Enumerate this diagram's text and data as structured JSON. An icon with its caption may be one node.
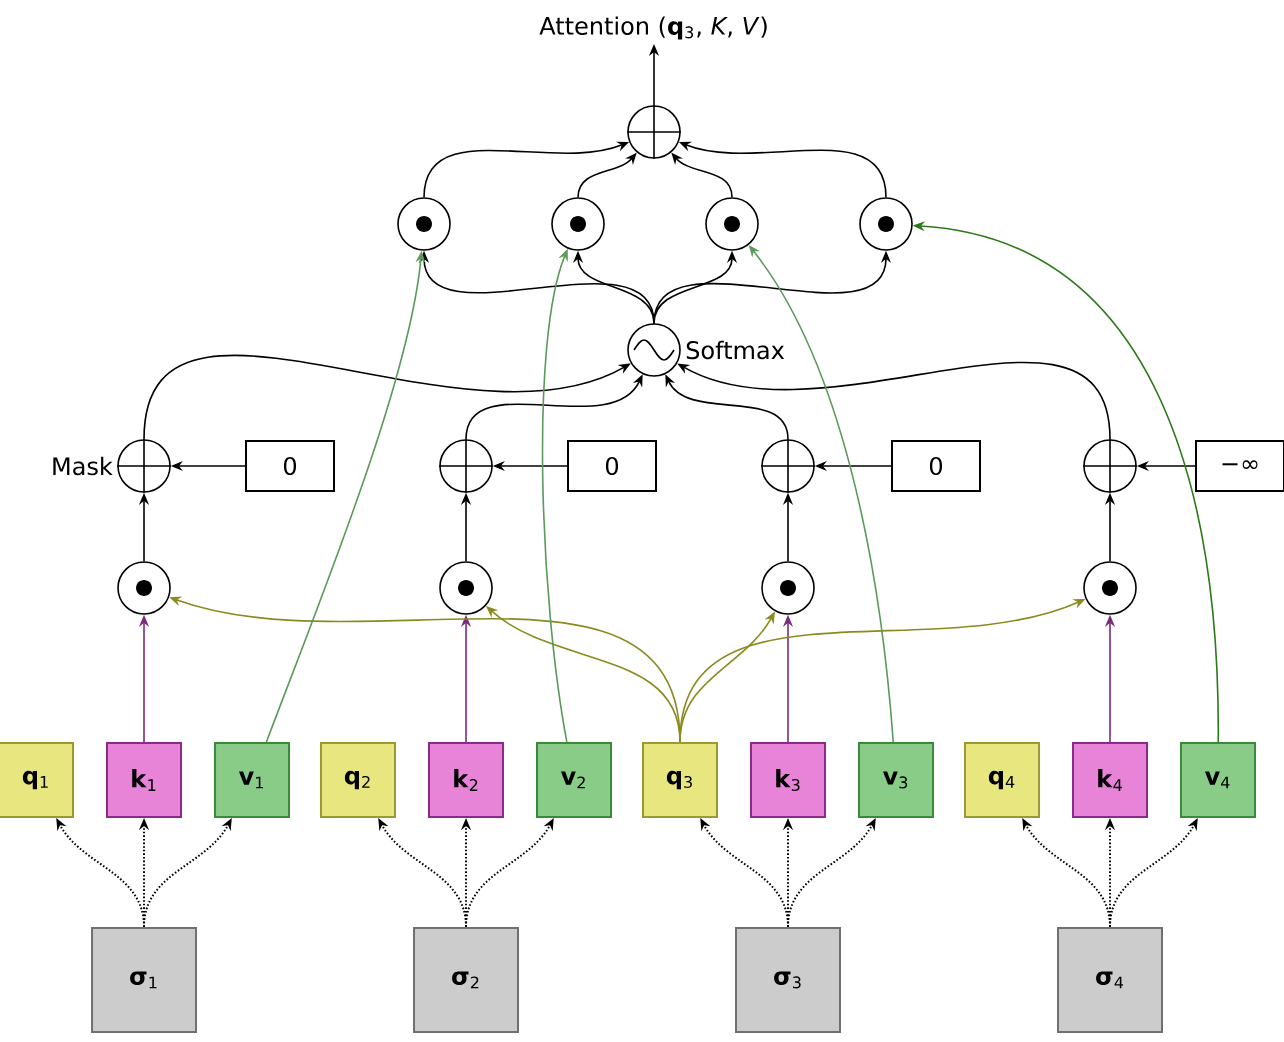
{
  "diagram": {
    "nodes": [
      {
        "text": [
          "Attention (**q**$_{3}$, *K*, *V*)"
        ]
      },
      {
        "text": [],
        "shape": "plus"
      },
      {
        "text": [],
        "shape": "dot"
      },
      {
        "text": [],
        "shape": "dot"
      },
      {
        "text": [],
        "shape": "dot"
      },
      {
        "text": [],
        "shape": "dot"
      },
      {
        "text": [],
        "shape": "wave",
        "beside": [
          "Softmax"
        ]
      },
      {
        "text": [],
        "shape": "plus",
        "beside": [
          "Mask"
        ]
      },
      {
        "text": [
          "0"
        ]
      },
      {
        "text": [],
        "shape": "plus"
      },
      {
        "text": [
          "0"
        ]
      },
      {
        "text": [],
        "shape": "plus"
      },
      {
        "text": [
          "0"
        ]
      },
      {
        "text": [],
        "shape": "plus"
      },
      {
        "text": [
          "−∞"
        ]
      },
      {
        "text": [],
        "shape": "dot"
      },
      {
        "text": [],
        "shape": "dot"
      },
      {
        "text": [],
        "shape": "dot"
      },
      {
        "text": [],
        "shape": "dot"
      },
      {
        "text": [
          "**q**$_{1}$"
        ]
      },
      {
        "text": [
          "**k**$_{1}$"
        ]
      },
      {
        "text": [
          "**v**$_{1}$"
        ]
      },
      {
        "text": [
          "**q**$_{2}$"
        ]
      },
      {
        "text": [
          "**k**$_{2}$"
        ]
      },
      {
        "text": [
          "**v**$_{2}$"
        ]
      },
      {
        "text": [
          "**q**$_{3}$"
        ]
      },
      {
        "text": [
          "**k**$_{3}$"
        ]
      },
      {
        "text": [
          "**v**$_{3}$"
        ]
      },
      {
        "text": [
          "**q**$_{4}$"
        ]
      },
      {
        "text": [
          "**k**$_{4}$"
        ]
      },
      {
        "text": [
          "**v**$_{4}$"
        ]
      },
      {
        "text": [
          "**σ**$_{1}$"
        ]
      },
      {
        "text": [
          "**σ**$_{2}$"
        ]
      },
      {
        "text": [
          "**σ**$_{3}$"
        ]
      },
      {
        "text": [
          "**σ**$_{4}$"
        ]
      }
    ],
    "edges": [
      {
        "from": 31,
        "to": 19,
        "arrow": "to",
        "style": "dashed"
      },
      {
        "from": 31,
        "to": 20,
        "arrow": "to",
        "style": "dashed"
      },
      {
        "from": 31,
        "to": 21,
        "arrow": "to",
        "style": "dashed"
      },
      {
        "from": 32,
        "to": 22,
        "arrow": "to",
        "style": "dashed"
      },
      {
        "from": 32,
        "to": 23,
        "arrow": "to",
        "style": "dashed"
      },
      {
        "from": 32,
        "to": 24,
        "arrow": "to",
        "style": "dashed"
      },
      {
        "from": 33,
        "to": 25,
        "arrow": "to",
        "style": "dashed"
      },
      {
        "from": 33,
        "to": 26,
        "arrow": "to",
        "style": "dashed"
      },
      {
        "from": 33,
        "to": 27,
        "arrow": "to",
        "style": "dashed"
      },
      {
        "from": 34,
        "to": 28,
        "arrow": "to",
        "style": "dashed"
      },
      {
        "from": 34,
        "to": 29,
        "arrow": "to",
        "style": "dashed"
      },
      {
        "from": 34,
        "to": 30,
        "arrow": "to",
        "style": "dashed"
      },
      {
        "from": 20,
        "to": 15,
        "arrow": "to",
        "color": "#7b2a7b"
      },
      {
        "from": 23,
        "to": 16,
        "arrow": "to",
        "color": "#7b2a7b"
      },
      {
        "from": 26,
        "to": 17,
        "arrow": "to",
        "color": "#7b2a7b"
      },
      {
        "from": 29,
        "to": 18,
        "arrow": "to",
        "color": "#7b2a7b"
      },
      {
        "from": 25,
        "to": 15,
        "arrow": "to",
        "color": "#8a8a1e"
      },
      {
        "from": 25,
        "to": 16,
        "arrow": "to",
        "color": "#8a8a1e"
      },
      {
        "from": 25,
        "to": 17,
        "arrow": "to",
        "color": "#8a8a1e"
      },
      {
        "from": 25,
        "to": 18,
        "arrow": "to",
        "color": "#8a8a1e"
      },
      {
        "from": 15,
        "to": 7,
        "arrow": "to"
      },
      {
        "from": 16,
        "to": 9,
        "arrow": "to"
      },
      {
        "from": 17,
        "to": 11,
        "arrow": "to"
      },
      {
        "from": 18,
        "to": 13,
        "arrow": "to"
      },
      {
        "from": 8,
        "to": 7,
        "arrow": "to"
      },
      {
        "from": 10,
        "to": 9,
        "arrow": "to"
      },
      {
        "from": 12,
        "to": 11,
        "arrow": "to"
      },
      {
        "from": 14,
        "to": 13,
        "arrow": "to"
      },
      {
        "from": 7,
        "to": 6,
        "arrow": "to"
      },
      {
        "from": 9,
        "to": 6,
        "arrow": "to"
      },
      {
        "from": 11,
        "to": 6,
        "arrow": "to"
      },
      {
        "from": 13,
        "to": 6,
        "arrow": "to"
      },
      {
        "from": 6,
        "to": 2,
        "arrow": "to"
      },
      {
        "from": 6,
        "to": 3,
        "arrow": "to"
      },
      {
        "from": 6,
        "to": 4,
        "arrow": "to"
      },
      {
        "from": 6,
        "to": 5,
        "arrow": "to"
      },
      {
        "from": 21,
        "to": 2,
        "arrow": "to",
        "color": "#5a9a5a"
      },
      {
        "from": 24,
        "to": 3,
        "arrow": "to",
        "color": "#5a9a5a"
      },
      {
        "from": 27,
        "to": 4,
        "arrow": "to",
        "color": "#5a9a5a"
      },
      {
        "from": 30,
        "to": 5,
        "arrow": "to",
        "color": "#2a7a1a"
      },
      {
        "from": 2,
        "to": 1,
        "arrow": "to"
      },
      {
        "from": 3,
        "to": 1,
        "arrow": "to"
      },
      {
        "from": 4,
        "to": 1,
        "arrow": "to"
      },
      {
        "from": 5,
        "to": 1,
        "arrow": "to"
      },
      {
        "from": 1,
        "to": 0,
        "arrow": "to"
      }
    ]
  }
}
